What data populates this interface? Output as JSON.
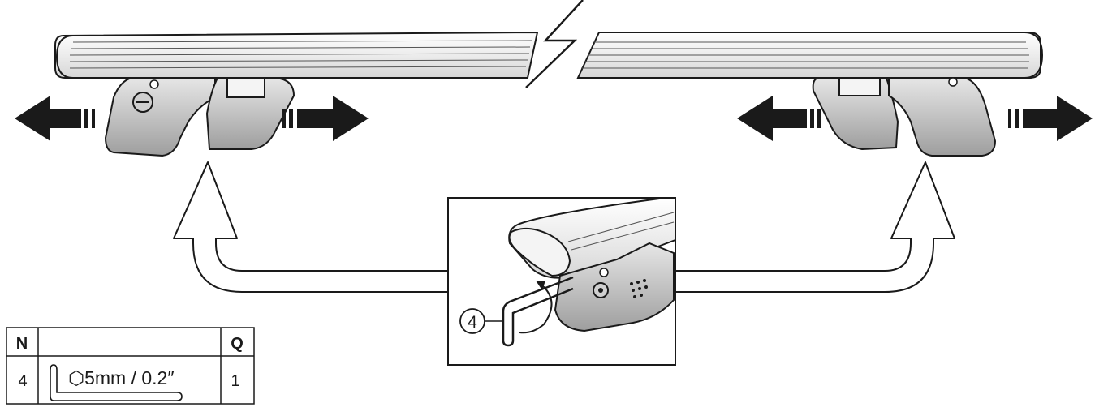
{
  "callout": {
    "number": "4"
  },
  "parts_table": {
    "headers": {
      "n": "N",
      "desc": "",
      "q": "Q"
    },
    "rows": [
      {
        "n": "4",
        "tool": "⬡5mm / 0.2″",
        "q": "1"
      }
    ]
  },
  "icons": {
    "left_foot_arrows": [
      "arrow-left-icon",
      "arrow-right-icon"
    ],
    "right_foot_arrows": [
      "arrow-left-icon",
      "arrow-right-icon"
    ],
    "tool": "hex-key-icon"
  },
  "colors": {
    "line": "#1a1a1a",
    "foot_fill": "#bdbdbd",
    "bar_fill": "#f2f2f2"
  }
}
